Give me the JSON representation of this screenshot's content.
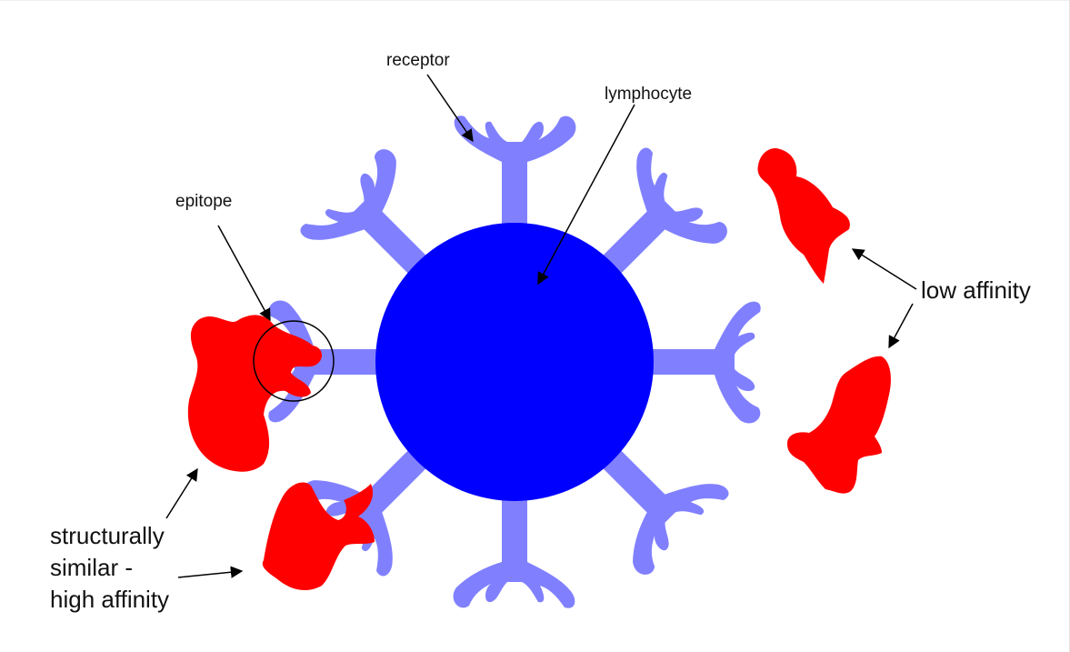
{
  "labels": {
    "receptor": "receptor",
    "lymphocyte": "lymphocyte",
    "epitope": "epitope",
    "low_affinity": "low affinity",
    "structurally_line1": "structurally",
    "structurally_line2": "similar -",
    "structurally_line3": "high affinity"
  },
  "colors": {
    "cell": "#0000ff",
    "receptor": "#8080ff",
    "antigen": "#ff0000",
    "line": "#000000"
  },
  "receptor_angles_deg": [
    -90,
    -45,
    0,
    45,
    90,
    135,
    180,
    225
  ]
}
